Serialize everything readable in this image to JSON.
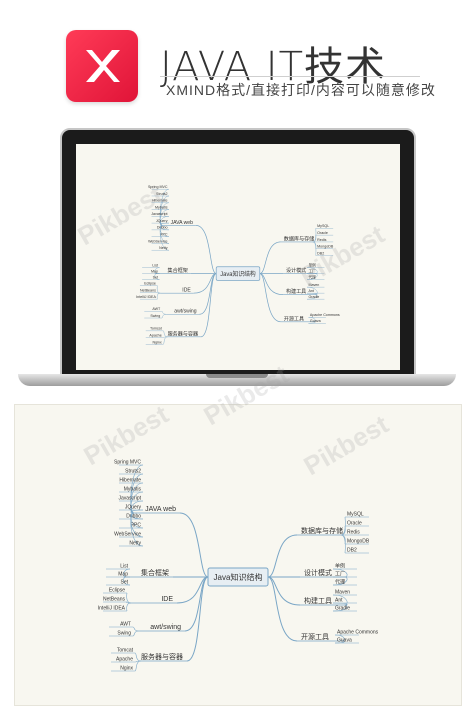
{
  "header": {
    "title": "JAVA IT技术",
    "subtitle": "XMIND格式/直接打印/内容可以随意修改"
  },
  "watermark": "Pikbest",
  "colors": {
    "logo_red": "#e8203f",
    "canvas": "#f8f7f0",
    "line": "#7aa6c6"
  },
  "mindmap": {
    "center": "Java知识结构",
    "branches": {
      "web": "JAVA web",
      "collection": "集合框架",
      "ide": "IDE",
      "gui": "awt/swing",
      "server": "服务器与容器",
      "database": "数据库与存储",
      "pattern": "设计模式",
      "build": "构建工具",
      "opensource": "开源工具"
    },
    "web_items": [
      "Spring MVC",
      "Struts2",
      "Hibernate",
      "Mybatis",
      "Javascript",
      "JQuery",
      "Dubbo",
      "RPC",
      "WebService",
      "Netty"
    ],
    "collection_items": [
      "List",
      "Map",
      "Set"
    ],
    "ide_items": [
      "Eclipse",
      "NetBeans",
      "IntelliJ IDEA"
    ],
    "gui_items": [
      "AWT",
      "Swing"
    ],
    "server_items": [
      "Tomcat",
      "Apache",
      "Nginx"
    ],
    "database_items": [
      "MySQL",
      "Oracle",
      "Redis",
      "MongoDB",
      "DB2"
    ],
    "pattern_items": [
      "单例",
      "工厂",
      "代理"
    ],
    "build_items": [
      "Maven",
      "Ant",
      "Gradle"
    ],
    "opensource_items": [
      "Apache Commons",
      "Guava"
    ]
  }
}
